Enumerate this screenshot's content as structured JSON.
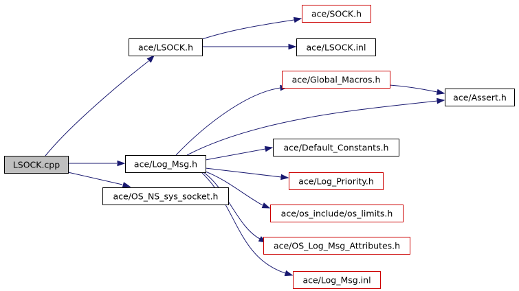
{
  "colors": {
    "edge": "#191970",
    "node_border_default": "#000000",
    "node_border_external": "#cc0000",
    "node_fill_root": "#bfbfbf",
    "node_fill_default": "#ffffff"
  },
  "nodes": [
    {
      "id": "lsock_cpp",
      "label": "LSOCK.cpp",
      "style": "root"
    },
    {
      "id": "lsock_h",
      "label": "ace/LSOCK.h",
      "style": "default"
    },
    {
      "id": "sock_h",
      "label": "ace/SOCK.h",
      "style": "external"
    },
    {
      "id": "lsock_inl",
      "label": "ace/LSOCK.inl",
      "style": "default"
    },
    {
      "id": "global_macros_h",
      "label": "ace/Global_Macros.h",
      "style": "external"
    },
    {
      "id": "assert_h",
      "label": "ace/Assert.h",
      "style": "default"
    },
    {
      "id": "log_msg_h",
      "label": "ace/Log_Msg.h",
      "style": "default"
    },
    {
      "id": "default_constants_h",
      "label": "ace/Default_Constants.h",
      "style": "default"
    },
    {
      "id": "log_priority_h",
      "label": "ace/Log_Priority.h",
      "style": "external"
    },
    {
      "id": "os_ns_sys_socket_h",
      "label": "ace/OS_NS_sys_socket.h",
      "style": "default"
    },
    {
      "id": "os_limits_h",
      "label": "ace/os_include/os_limits.h",
      "style": "external"
    },
    {
      "id": "os_log_msg_attributes_h",
      "label": "ace/OS_Log_Msg_Attributes.h",
      "style": "external"
    },
    {
      "id": "log_msg_inl",
      "label": "ace/Log_Msg.inl",
      "style": "external"
    }
  ],
  "edges": [
    {
      "from": "lsock_cpp",
      "to": "lsock_h"
    },
    {
      "from": "lsock_cpp",
      "to": "log_msg_h"
    },
    {
      "from": "lsock_cpp",
      "to": "os_ns_sys_socket_h"
    },
    {
      "from": "lsock_h",
      "to": "sock_h"
    },
    {
      "from": "lsock_h",
      "to": "lsock_inl"
    },
    {
      "from": "global_macros_h",
      "to": "assert_h"
    },
    {
      "from": "log_msg_h",
      "to": "global_macros_h"
    },
    {
      "from": "log_msg_h",
      "to": "assert_h"
    },
    {
      "from": "log_msg_h",
      "to": "default_constants_h"
    },
    {
      "from": "log_msg_h",
      "to": "log_priority_h"
    },
    {
      "from": "log_msg_h",
      "to": "os_limits_h"
    },
    {
      "from": "log_msg_h",
      "to": "os_log_msg_attributes_h"
    },
    {
      "from": "log_msg_h",
      "to": "log_msg_inl"
    }
  ]
}
